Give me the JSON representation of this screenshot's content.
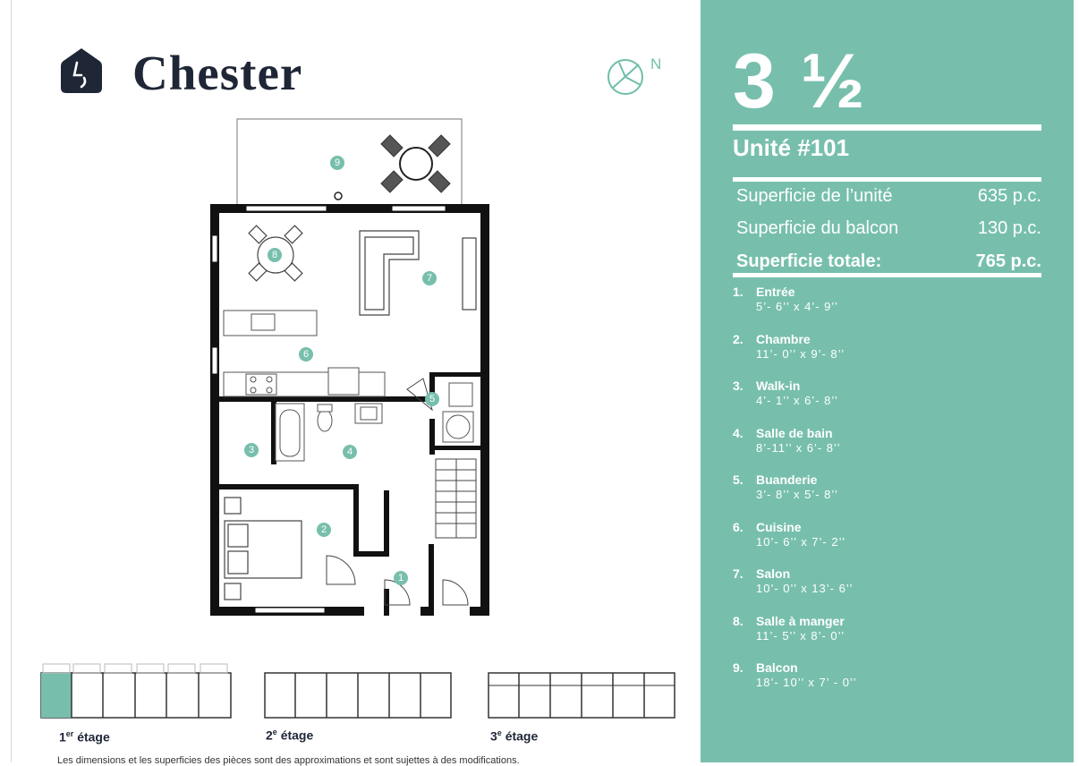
{
  "brand": {
    "name": "Chester"
  },
  "compass": {
    "north_label": "N"
  },
  "plan_labels": [
    "1",
    "2",
    "3",
    "4",
    "5",
    "6",
    "7",
    "8",
    "9"
  ],
  "floors": [
    {
      "label": "1",
      "sup": "er",
      "suffix": " étage"
    },
    {
      "label": "2",
      "sup": "e",
      "suffix": " étage"
    },
    {
      "label": "3",
      "sup": "e",
      "suffix": " étage"
    }
  ],
  "footnote": "Les dimensions et les superficies des pièces sont des approximations et sont sujettes à des modifications.",
  "panel": {
    "rooms_count": "3 ½",
    "unit": "Unité #101",
    "areas": [
      {
        "label": "Superficie de l’unité",
        "value": "635 p.c."
      },
      {
        "label": "Superficie du balcon",
        "value": "130 p.c."
      },
      {
        "label": "Superficie totale:",
        "value": "765 p.c."
      }
    ],
    "rooms": [
      {
        "num": "1.",
        "name": "Entrée",
        "dim": "5’- 6’’ x 4’- 9’’"
      },
      {
        "num": "2.",
        "name": "Chambre",
        "dim": "11’- 0’’ x 9’- 8’’"
      },
      {
        "num": "3.",
        "name": "Walk-in",
        "dim": "4’- 1’’ x  6’- 8’’"
      },
      {
        "num": "4.",
        "name": "Salle de bain",
        "dim": "8’-11’’ x 6’- 8’’"
      },
      {
        "num": "5.",
        "name": "Buanderie",
        "dim": "3’- 8’’ x 5’- 8’’"
      },
      {
        "num": "6.",
        "name": "Cuisine",
        "dim": "10’- 6’’ x  7’- 2’’"
      },
      {
        "num": "7.",
        "name": "Salon",
        "dim": "10’- 0’’ x  13’- 6’’"
      },
      {
        "num": "8.",
        "name": "Salle à manger",
        "dim": "11’- 5’’ x 8’- 0’’"
      },
      {
        "num": "9.",
        "name": "Balcon",
        "dim": "18’- 10’’ x 7’ - 0’’"
      }
    ]
  },
  "colors": {
    "accent": "#77bfac",
    "ink": "#1f2636"
  }
}
